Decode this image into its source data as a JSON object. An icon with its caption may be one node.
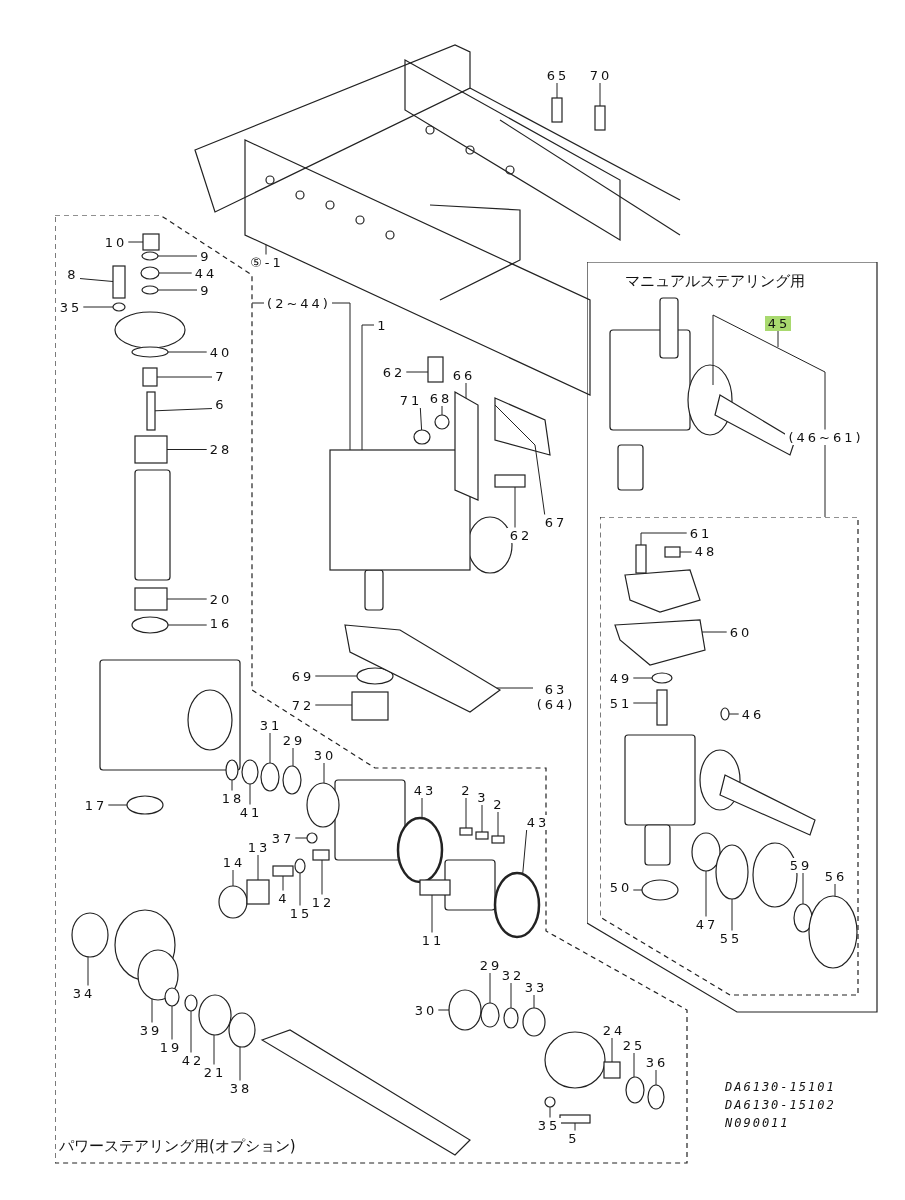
{
  "diagram": {
    "nodes": [
      {
        "text": [
          "⑤-1"
        ]
      },
      {
        "text": [
          "65"
        ]
      },
      {
        "text": [
          "70"
        ]
      },
      {
        "text": [
          "パワーステアリング用(オプション)"
        ]
      },
      {
        "text": [
          "10"
        ],
        "in": 3
      },
      {
        "text": [
          "9"
        ],
        "in": 3
      },
      {
        "text": [
          "44"
        ],
        "in": 3
      },
      {
        "text": [
          "9"
        ],
        "in": 3
      },
      {
        "text": [
          "8"
        ],
        "in": 3
      },
      {
        "text": [
          "35"
        ],
        "in": 3
      },
      {
        "text": [
          "40"
        ],
        "in": 3
      },
      {
        "text": [
          "7"
        ],
        "in": 3
      },
      {
        "text": [
          "6"
        ],
        "in": 3
      },
      {
        "text": [
          "28"
        ],
        "in": 3
      },
      {
        "text": [
          "20"
        ],
        "in": 3
      },
      {
        "text": [
          "16"
        ],
        "in": 3
      },
      {
        "text": [
          "(2~44)"
        ]
      },
      {
        "text": [
          "1"
        ]
      },
      {
        "text": [
          "62"
        ]
      },
      {
        "text": [
          "66"
        ]
      },
      {
        "text": [
          "71"
        ]
      },
      {
        "text": [
          "68"
        ]
      },
      {
        "text": [
          "62"
        ]
      },
      {
        "text": [
          "67"
        ]
      },
      {
        "text": [
          "69"
        ]
      },
      {
        "text": [
          "72"
        ]
      },
      {
        "text": [
          "63 (64)"
        ]
      },
      {
        "text": [
          "マニュアルステアリング用"
        ]
      },
      {
        "text": [
          "45"
        ],
        "in": 27
      },
      {
        "text": [
          "(46~61)"
        ],
        "in": 27
      },
      {
        "text": [],
        "shape": "box",
        "in": 27
      },
      {
        "text": [
          "61"
        ],
        "in": 30
      },
      {
        "text": [
          "48"
        ],
        "in": 30
      },
      {
        "text": [
          "60"
        ],
        "in": 30
      },
      {
        "text": [
          "49"
        ],
        "in": 30
      },
      {
        "text": [
          "51"
        ],
        "in": 30
      },
      {
        "text": [
          "46"
        ],
        "in": 30
      },
      {
        "text": [
          "50"
        ],
        "in": 30
      },
      {
        "text": [
          "47"
        ],
        "in": 30
      },
      {
        "text": [
          "55"
        ],
        "in": 30
      },
      {
        "text": [
          "59"
        ],
        "in": 30
      },
      {
        "text": [
          "56"
        ],
        "in": 30
      },
      {
        "text": [
          "31"
        ],
        "in": 3
      },
      {
        "text": [
          "29"
        ],
        "in": 3
      },
      {
        "text": [
          "30"
        ],
        "in": 3
      },
      {
        "text": [
          "18"
        ],
        "in": 3
      },
      {
        "text": [
          "41"
        ],
        "in": 3
      },
      {
        "text": [
          "17"
        ],
        "in": 3
      },
      {
        "text": [
          "37"
        ],
        "in": 3
      },
      {
        "text": [
          "14"
        ],
        "in": 3
      },
      {
        "text": [
          "13"
        ],
        "in": 3
      },
      {
        "text": [
          "4"
        ],
        "in": 3
      },
      {
        "text": [
          "15"
        ],
        "in": 3
      },
      {
        "text": [
          "12"
        ],
        "in": 3
      },
      {
        "text": [
          "43"
        ],
        "in": 3
      },
      {
        "text": [
          "2"
        ],
        "in": 3
      },
      {
        "text": [
          "3"
        ],
        "in": 3
      },
      {
        "text": [
          "2"
        ],
        "in": 3
      },
      {
        "text": [
          "43"
        ],
        "in": 3
      },
      {
        "text": [
          "11"
        ],
        "in": 3
      },
      {
        "text": [
          "34"
        ],
        "in": 3
      },
      {
        "text": [
          "39"
        ],
        "in": 3
      },
      {
        "text": [
          "19"
        ],
        "in": 3
      },
      {
        "text": [
          "42"
        ],
        "in": 3
      },
      {
        "text": [
          "21"
        ],
        "in": 3
      },
      {
        "text": [
          "38"
        ],
        "in": 3
      },
      {
        "text": [
          "30"
        ],
        "in": 3
      },
      {
        "text": [
          "29"
        ],
        "in": 3
      },
      {
        "text": [
          "32"
        ],
        "in": 3
      },
      {
        "text": [
          "33"
        ],
        "in": 3
      },
      {
        "text": [
          "24"
        ],
        "in": 3
      },
      {
        "text": [
          "25"
        ],
        "in": 3
      },
      {
        "text": [
          "36"
        ],
        "in": 3
      },
      {
        "text": [
          "35"
        ],
        "in": 3
      },
      {
        "text": [
          "5"
        ],
        "in": 3
      },
      {
        "text": [],
        "shape": "box"
      },
      {
        "text": [],
        "shape": "box"
      },
      {
        "text": [],
        "shape": "box",
        "in": 3
      },
      {
        "text": [],
        "shape": "circle",
        "in": 3
      },
      {
        "text": [],
        "shape": "circle",
        "in": 3
      },
      {
        "text": [],
        "shape": "circle",
        "in": 3
      },
      {
        "text": [],
        "shape": "box",
        "in": 3
      },
      {
        "text": [],
        "shape": "circle",
        "in": 3
      },
      {
        "text": [],
        "shape": "circle",
        "in": 3
      },
      {
        "text": [],
        "shape": "box",
        "in": 3
      },
      {
        "text": [],
        "shape": "box",
        "in": 3
      },
      {
        "text": [],
        "shape": "box",
        "in": 3
      },
      {
        "text": [],
        "shape": "box",
        "in": 3
      },
      {
        "text": [],
        "shape": "circle",
        "in": 3
      },
      {
        "text": [],
        "shape": "box"
      },
      {
        "text": [],
        "shape": "box"
      },
      {
        "text": [],
        "shape": "polygon"
      },
      {
        "text": [],
        "shape": "circle"
      },
      {
        "text": [],
        "shape": "circle"
      },
      {
        "text": [],
        "shape": "box"
      },
      {
        "text": [],
        "shape": "polygon"
      },
      {
        "text": [],
        "shape": "circle"
      },
      {
        "text": [],
        "shape": "box"
      },
      {
        "text": [],
        "shape": "polygon"
      },
      {
        "text": [],
        "shape": "box",
        "in": 30
      },
      {
        "text": [],
        "shape": "box",
        "in": 30
      },
      {
        "text": [],
        "shape": "polygon",
        "in": 30
      },
      {
        "text": [],
        "shape": "circle",
        "in": 30
      },
      {
        "text": [],
        "shape": "box",
        "in": 30
      },
      {
        "text": [],
        "shape": "circle",
        "in": 30
      },
      {
        "text": [],
        "shape": "circle",
        "in": 30
      },
      {
        "text": [],
        "shape": "circle",
        "in": 30
      },
      {
        "text": [],
        "shape": "circle",
        "in": 30
      },
      {
        "text": [],
        "shape": "circle",
        "in": 30
      },
      {
        "text": [],
        "shape": "circle",
        "in": 30
      },
      {
        "text": [],
        "shape": "circle",
        "in": 3
      },
      {
        "text": [],
        "shape": "circle",
        "in": 3
      },
      {
        "text": [],
        "shape": "circle",
        "in": 3
      },
      {
        "text": [],
        "shape": "circle",
        "in": 3
      },
      {
        "text": [],
        "shape": "circle",
        "in": 3
      },
      {
        "text": [],
        "shape": "circle",
        "in": 3
      },
      {
        "text": [],
        "shape": "circle",
        "in": 3
      },
      {
        "text": [],
        "shape": "circle",
        "in": 3
      },
      {
        "text": [],
        "shape": "box",
        "in": 3
      },
      {
        "text": [],
        "shape": "box",
        "in": 3
      },
      {
        "text": [],
        "shape": "circle",
        "in": 3
      },
      {
        "text": [],
        "shape": "box",
        "in": 3
      },
      {
        "text": [],
        "shape": "circle",
        "in": 3
      },
      {
        "text": [],
        "shape": "box",
        "in": 3
      },
      {
        "text": [],
        "shape": "box",
        "in": 3
      },
      {
        "text": [],
        "shape": "box",
        "in": 3
      },
      {
        "text": [],
        "shape": "circle",
        "in": 3
      },
      {
        "text": [],
        "shape": "box",
        "in": 3
      },
      {
        "text": [],
        "shape": "circle",
        "in": 3
      },
      {
        "text": [],
        "shape": "circle",
        "in": 3
      },
      {
        "text": [],
        "shape": "circle",
        "in": 3
      },
      {
        "text": [],
        "shape": "circle",
        "in": 3
      },
      {
        "text": [],
        "shape": "circle",
        "in": 3
      },
      {
        "text": [],
        "shape": "circle",
        "in": 3
      },
      {
        "text": [],
        "shape": "circle",
        "in": 3
      },
      {
        "text": [],
        "shape": "circle",
        "in": 3
      },
      {
        "text": [],
        "shape": "circle",
        "in": 3
      },
      {
        "text": [],
        "shape": "circle",
        "in": 3
      },
      {
        "text": [],
        "shape": "box",
        "in": 3
      },
      {
        "text": [],
        "shape": "circle",
        "in": 3
      },
      {
        "text": [],
        "shape": "circle",
        "in": 3
      },
      {
        "text": [],
        "shape": "circle",
        "in": 3
      },
      {
        "text": [],
        "shape": "box",
        "in": 3
      }
    ],
    "edges": [
      {
        "from": 0,
        "to": null,
        "arrow": "none"
      },
      {
        "from": 1,
        "to": 75,
        "arrow": "none"
      },
      {
        "from": 2,
        "to": 76,
        "arrow": "none"
      },
      {
        "from": 4,
        "to": 77,
        "arrow": "none"
      },
      {
        "from": 5,
        "to": 78,
        "arrow": "none"
      },
      {
        "from": 6,
        "to": 79,
        "arrow": "none"
      },
      {
        "from": 7,
        "to": 80,
        "arrow": "none"
      },
      {
        "from": 8,
        "to": 81,
        "arrow": "none"
      },
      {
        "from": 9,
        "to": 82,
        "arrow": "none"
      },
      {
        "from": 10,
        "to": 83,
        "arrow": "none"
      },
      {
        "from": 11,
        "to": 84,
        "arrow": "none"
      },
      {
        "from": 12,
        "to": 85,
        "arrow": "none"
      },
      {
        "from": 13,
        "to": 86,
        "arrow": "none"
      },
      {
        "from": 14,
        "to": 87,
        "arrow": "none"
      },
      {
        "from": 15,
        "to": 88,
        "arrow": "none"
      },
      {
        "from": 16,
        "to": 3,
        "arrow": "none"
      },
      {
        "from": 16,
        "to": 89,
        "arrow": "none"
      },
      {
        "from": 17,
        "to": 89,
        "arrow": "none"
      },
      {
        "from": 18,
        "to": 90,
        "arrow": "none"
      },
      {
        "from": 19,
        "to": 91,
        "arrow": "none"
      },
      {
        "from": 20,
        "to": 92,
        "arrow": "none"
      },
      {
        "from": 21,
        "to": 93,
        "arrow": "none"
      },
      {
        "from": 22,
        "to": 94,
        "arrow": "none"
      },
      {
        "from": 23,
        "to": 95,
        "arrow": "none"
      },
      {
        "from": 24,
        "to": 96,
        "arrow": "none"
      },
      {
        "from": 25,
        "to": 97,
        "arrow": "none"
      },
      {
        "from": 26,
        "to": 98,
        "arrow": "none"
      },
      {
        "from": 28,
        "to": null,
        "arrow": "none"
      },
      {
        "from": 29,
        "to": null,
        "arrow": "none"
      },
      {
        "from": 29,
        "to": 30,
        "arrow": "none"
      },
      {
        "from": 31,
        "to": 99,
        "arrow": "none"
      },
      {
        "from": 32,
        "to": 100,
        "arrow": "none"
      },
      {
        "from": 33,
        "to": 101,
        "arrow": "none"
      },
      {
        "from": 34,
        "to": 102,
        "arrow": "none"
      },
      {
        "from": 35,
        "to": 103,
        "arrow": "none"
      },
      {
        "from": 36,
        "to": 104,
        "arrow": "none"
      },
      {
        "from": 37,
        "to": 105,
        "arrow": "none"
      },
      {
        "from": 38,
        "to": 106,
        "arrow": "none"
      },
      {
        "from": 39,
        "to": 107,
        "arrow": "none"
      },
      {
        "from": 40,
        "to": 108,
        "arrow": "none"
      },
      {
        "from": 41,
        "to": 109,
        "arrow": "none"
      },
      {
        "from": 42,
        "to": 110,
        "arrow": "none"
      },
      {
        "from": 43,
        "to": 111,
        "arrow": "none"
      },
      {
        "from": 44,
        "to": 112,
        "arrow": "none"
      },
      {
        "from": 45,
        "to": 113,
        "arrow": "none"
      },
      {
        "from": 46,
        "to": 114,
        "arrow": "none"
      },
      {
        "from": 47,
        "to": 115,
        "arrow": "none"
      },
      {
        "from": 48,
        "to": 116,
        "arrow": "none"
      },
      {
        "from": 49,
        "to": 117,
        "arrow": "none"
      },
      {
        "from": 50,
        "to": 118,
        "arrow": "none"
      },
      {
        "from": 51,
        "to": 119,
        "arrow": "none"
      },
      {
        "from": 52,
        "to": 120,
        "arrow": "none"
      },
      {
        "from": 53,
        "to": 121,
        "arrow": "none"
      },
      {
        "from": 54,
        "to": 122,
        "arrow": "none"
      },
      {
        "from": 55,
        "to": 123,
        "arrow": "none"
      },
      {
        "from": 56,
        "to": 124,
        "arrow": "none"
      },
      {
        "from": 57,
        "to": 125,
        "arrow": "none"
      },
      {
        "from": 58,
        "to": 126,
        "arrow": "none"
      },
      {
        "from": 59,
        "to": 127,
        "arrow": "none"
      },
      {
        "from": 60,
        "to": 128,
        "arrow": "none"
      },
      {
        "from": 61,
        "to": 129,
        "arrow": "none"
      },
      {
        "from": 62,
        "to": 130,
        "arrow": "none"
      },
      {
        "from": 63,
        "to": 131,
        "arrow": "none"
      },
      {
        "from": 64,
        "to": 132,
        "arrow": "none"
      },
      {
        "from": 65,
        "to": 133,
        "arrow": "none"
      },
      {
        "from": 66,
        "to": 134,
        "arrow": "none"
      },
      {
        "from": 67,
        "to": 135,
        "arrow": "none"
      },
      {
        "from": 68,
        "to": 136,
        "arrow": "none"
      },
      {
        "from": 69,
        "to": 137,
        "arrow": "none"
      },
      {
        "from": 70,
        "to": 138,
        "arrow": "none"
      },
      {
        "from": 71,
        "to": 139,
        "arrow": "none"
      },
      {
        "from": 72,
        "to": 140,
        "arrow": "none"
      },
      {
        "from": 73,
        "to": 141,
        "arrow": "none"
      },
      {
        "from": 74,
        "to": 142,
        "arrow": "none"
      }
    ],
    "labels": [
      "DA6130-15101",
      "DA6130-15102",
      "N090011"
    ]
  }
}
